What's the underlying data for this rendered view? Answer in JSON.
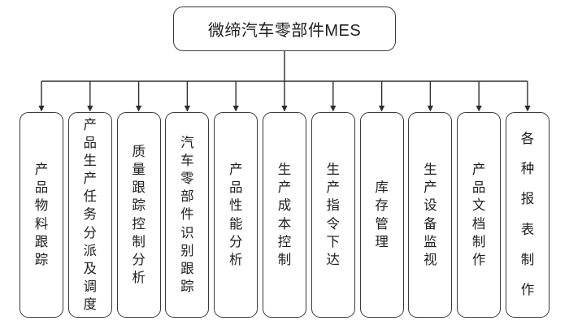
{
  "diagram": {
    "root": {
      "label": "微缔汽车零部件MES"
    },
    "children": [
      {
        "label": "产品物料跟踪"
      },
      {
        "label": "产品生产任务分派及调度"
      },
      {
        "label": "质量跟踪控制分析"
      },
      {
        "label": "汽车零部件识别跟踪"
      },
      {
        "label": "产品性能分析"
      },
      {
        "label": "生产成本控制"
      },
      {
        "label": "生产指令下达"
      },
      {
        "label": "库存管理"
      },
      {
        "label": "生产设备监视"
      },
      {
        "label": "产品文档制作"
      },
      {
        "label": "各种报表制作"
      }
    ],
    "colors": {
      "border": "#3a3a3a",
      "line": "#2e2e2e",
      "text": "#1f1f1f",
      "background": "#ffffff"
    }
  }
}
